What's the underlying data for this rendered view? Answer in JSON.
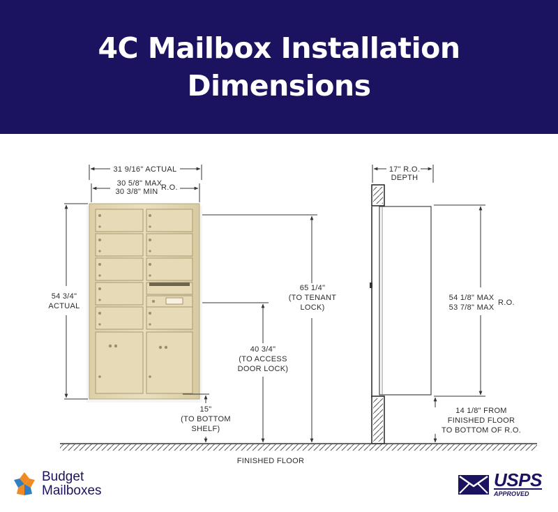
{
  "title": {
    "line1": "4C Mailbox Installation",
    "line2": "Dimensions"
  },
  "front_view": {
    "width_actual": "31 9/16\" ACTUAL",
    "ro_max": "30 5/8\" MAX",
    "ro_min": "30 3/8\" MIN",
    "ro_label": "R.O.",
    "height_value": "54 3/4\"",
    "height_label": "ACTUAL",
    "tenant_lock_value": "65 1/4\"",
    "tenant_lock_line2": "(TO TENANT",
    "tenant_lock_line3": "LOCK)",
    "access_lock_value": "40 3/4\"",
    "access_lock_line2": "(TO ACCESS",
    "access_lock_line3": "DOOR LOCK)",
    "shelf_value": "15\"",
    "shelf_line2": "(TO BOTTOM",
    "shelf_line3": "SHELF)"
  },
  "side_view": {
    "depth_value": "17\" R.O.",
    "depth_label": "DEPTH",
    "height_max": "54 1/8\" MAX",
    "height_min": "53 7/8\" MAX",
    "ro_label": "R.O.",
    "floor_line1": "14 1/8\"  FROM",
    "floor_line2": "FINISHED FLOOR",
    "floor_line3": "TO BOTTOM OF R.O."
  },
  "floor_label": "FINISHED FLOOR",
  "footer": {
    "brand_line1": "Budget",
    "brand_line2": "Mailboxes",
    "usps_word": "USPS",
    "usps_sub": "APPROVED"
  },
  "colors": {
    "header_bg": "#1b1360",
    "mailbox_body": "#e4d8b4",
    "line": "#333333",
    "brand_blue": "#1b1360",
    "logo_orange": "#f08a24",
    "logo_blue": "#2f7fc1"
  }
}
